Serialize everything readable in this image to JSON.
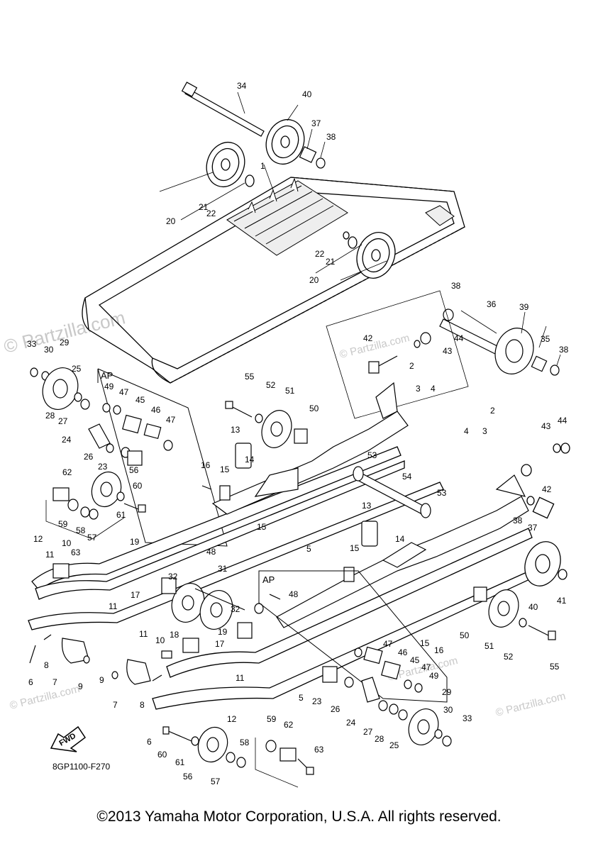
{
  "watermark": {
    "main": "© Partzilla.com",
    "small": "© Partzilla.com"
  },
  "diagram": {
    "part_code": "8GP1100-F270",
    "fwd_label": "FWD",
    "ap_label": "AP",
    "callouts": [
      {
        "id": "c34",
        "text": "34"
      },
      {
        "id": "c40a",
        "text": "40"
      },
      {
        "id": "c37a",
        "text": "37"
      },
      {
        "id": "c38a",
        "text": "38"
      },
      {
        "id": "c1",
        "text": "1"
      },
      {
        "id": "c21a",
        "text": "21"
      },
      {
        "id": "c22a",
        "text": "22"
      },
      {
        "id": "c20a",
        "text": "20"
      },
      {
        "id": "c22b",
        "text": "22"
      },
      {
        "id": "c21b",
        "text": "21"
      },
      {
        "id": "c20b",
        "text": "20"
      },
      {
        "id": "c38b",
        "text": "38"
      },
      {
        "id": "c36",
        "text": "36"
      },
      {
        "id": "c39",
        "text": "39"
      },
      {
        "id": "c42a",
        "text": "42"
      },
      {
        "id": "c44a",
        "text": "44"
      },
      {
        "id": "c43a",
        "text": "43"
      },
      {
        "id": "c35",
        "text": "35"
      },
      {
        "id": "c38c",
        "text": "38"
      },
      {
        "id": "c2a",
        "text": "2"
      },
      {
        "id": "c3a",
        "text": "3"
      },
      {
        "id": "c4a",
        "text": "4"
      },
      {
        "id": "c33a",
        "text": "33"
      },
      {
        "id": "c30a",
        "text": "30"
      },
      {
        "id": "c29a",
        "text": "29"
      },
      {
        "id": "c25a",
        "text": "25"
      },
      {
        "id": "c28a",
        "text": "28"
      },
      {
        "id": "c27a",
        "text": "27"
      },
      {
        "id": "c49a",
        "text": "49"
      },
      {
        "id": "c47a",
        "text": "47"
      },
      {
        "id": "c45a",
        "text": "45"
      },
      {
        "id": "c46a",
        "text": "46"
      },
      {
        "id": "c47b",
        "text": "47"
      },
      {
        "id": "c55a",
        "text": "55"
      },
      {
        "id": "c52a",
        "text": "52"
      },
      {
        "id": "c51a",
        "text": "51"
      },
      {
        "id": "c50a",
        "text": "50"
      },
      {
        "id": "c24a",
        "text": "24"
      },
      {
        "id": "c26a",
        "text": "26"
      },
      {
        "id": "c23a",
        "text": "23"
      },
      {
        "id": "c56a",
        "text": "56"
      },
      {
        "id": "c60a",
        "text": "60"
      },
      {
        "id": "c61a",
        "text": "61"
      },
      {
        "id": "c62a",
        "text": "62"
      },
      {
        "id": "c59a",
        "text": "59"
      },
      {
        "id": "c58a",
        "text": "58"
      },
      {
        "id": "c57a",
        "text": "57"
      },
      {
        "id": "c13a",
        "text": "13"
      },
      {
        "id": "c14a",
        "text": "14"
      },
      {
        "id": "c16a",
        "text": "16"
      },
      {
        "id": "c15a",
        "text": "15"
      },
      {
        "id": "c53a",
        "text": "53"
      },
      {
        "id": "c54",
        "text": "54"
      },
      {
        "id": "c53b",
        "text": "53"
      },
      {
        "id": "c2b",
        "text": "2"
      },
      {
        "id": "c4b",
        "text": "4"
      },
      {
        "id": "c3b",
        "text": "3"
      },
      {
        "id": "c43b",
        "text": "43"
      },
      {
        "id": "c44b",
        "text": "44"
      },
      {
        "id": "c42b",
        "text": "42"
      },
      {
        "id": "c38d",
        "text": "38"
      },
      {
        "id": "c37b",
        "text": "37"
      },
      {
        "id": "c40b",
        "text": "40"
      },
      {
        "id": "c41",
        "text": "41"
      },
      {
        "id": "c12a",
        "text": "12"
      },
      {
        "id": "c10a",
        "text": "10"
      },
      {
        "id": "c63a",
        "text": "63"
      },
      {
        "id": "c11a",
        "text": "11"
      },
      {
        "id": "c19a",
        "text": "19"
      },
      {
        "id": "c48a",
        "text": "48"
      },
      {
        "id": "c15b",
        "text": "15"
      },
      {
        "id": "c5a",
        "text": "5"
      },
      {
        "id": "c32a",
        "text": "32"
      },
      {
        "id": "c17a",
        "text": "17"
      },
      {
        "id": "c11b",
        "text": "11"
      },
      {
        "id": "c31",
        "text": "31"
      },
      {
        "id": "c18",
        "text": "18"
      },
      {
        "id": "c32b",
        "text": "32"
      },
      {
        "id": "c19b",
        "text": "19"
      },
      {
        "id": "c17b",
        "text": "17"
      },
      {
        "id": "c13b",
        "text": "13"
      },
      {
        "id": "c14b",
        "text": "14"
      },
      {
        "id": "c15c",
        "text": "15"
      },
      {
        "id": "c48b",
        "text": "48"
      },
      {
        "id": "c50b",
        "text": "50"
      },
      {
        "id": "c51b",
        "text": "51"
      },
      {
        "id": "c15d",
        "text": "15"
      },
      {
        "id": "c16b",
        "text": "16"
      },
      {
        "id": "c52b",
        "text": "52"
      },
      {
        "id": "c55b",
        "text": "55"
      },
      {
        "id": "c6a",
        "text": "6"
      },
      {
        "id": "c8a",
        "text": "8"
      },
      {
        "id": "c7a",
        "text": "7"
      },
      {
        "id": "c9a",
        "text": "9"
      },
      {
        "id": "c11c",
        "text": "11"
      },
      {
        "id": "c10b",
        "text": "10"
      },
      {
        "id": "c9b",
        "text": "9"
      },
      {
        "id": "c7b",
        "text": "7"
      },
      {
        "id": "c8b",
        "text": "8"
      },
      {
        "id": "c11d",
        "text": "11"
      },
      {
        "id": "c47c",
        "text": "47"
      },
      {
        "id": "c46b",
        "text": "46"
      },
      {
        "id": "c45b",
        "text": "45"
      },
      {
        "id": "c47d",
        "text": "47"
      },
      {
        "id": "c49b",
        "text": "49"
      },
      {
        "id": "c23b",
        "text": "23"
      },
      {
        "id": "c26b",
        "text": "26"
      },
      {
        "id": "c5b",
        "text": "5"
      },
      {
        "id": "c24b",
        "text": "24"
      },
      {
        "id": "c27b",
        "text": "27"
      },
      {
        "id": "c28b",
        "text": "28"
      },
      {
        "id": "c25b",
        "text": "25"
      },
      {
        "id": "c29b",
        "text": "29"
      },
      {
        "id": "c30b",
        "text": "30"
      },
      {
        "id": "c33b",
        "text": "33"
      },
      {
        "id": "c12b",
        "text": "12"
      },
      {
        "id": "c6b",
        "text": "6"
      },
      {
        "id": "c60b",
        "text": "60"
      },
      {
        "id": "c61b",
        "text": "61"
      },
      {
        "id": "c56b",
        "text": "56"
      },
      {
        "id": "c57b",
        "text": "57"
      },
      {
        "id": "c58b",
        "text": "58"
      },
      {
        "id": "c59b",
        "text": "59"
      },
      {
        "id": "c62b",
        "text": "62"
      },
      {
        "id": "c63b",
        "text": "63"
      }
    ]
  },
  "footer": {
    "copyright": "©2013 Yamaha Motor Corporation, U.S.A. All rights reserved."
  }
}
